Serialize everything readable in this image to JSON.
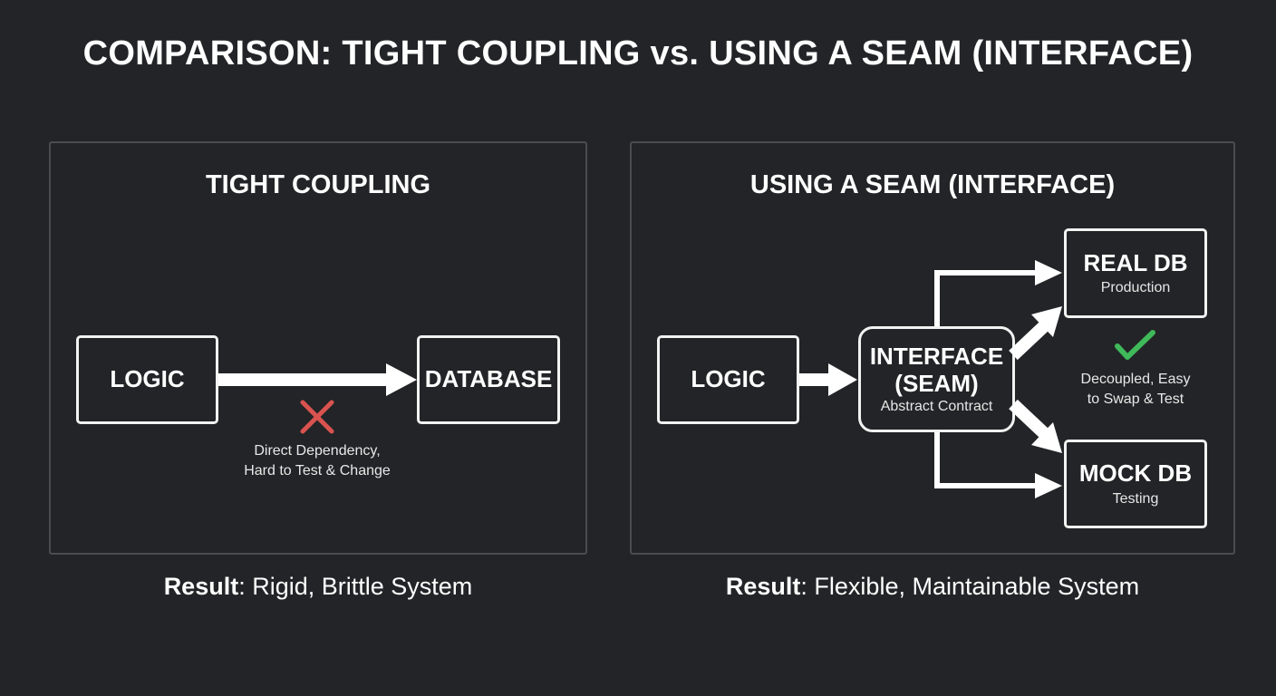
{
  "title": "COMPARISON: TIGHT COUPLING vs. USING A SEAM (INTERFACE)",
  "left": {
    "heading": "TIGHT COUPLING",
    "logic_label": "LOGIC",
    "database_label": "DATABASE",
    "note_line1": "Direct Dependency,",
    "note_line2": "Hard to Test & Change",
    "result_prefix": "Result",
    "result_text": ": Rigid, Brittle System",
    "status_icon": "cross-icon",
    "status_color": "#d9534f"
  },
  "right": {
    "heading": "USING A SEAM (INTERFACE)",
    "logic_label": "LOGIC",
    "interface_label_line1": "INTERFACE",
    "interface_label_line2": "(SEAM)",
    "interface_sub": "Abstract Contract",
    "real_db_label": "REAL DB",
    "real_db_sub": "Production",
    "mock_db_label": "MOCK DB",
    "mock_db_sub": "Testing",
    "note_line1": "Decoupled, Easy",
    "note_line2": "to Swap & Test",
    "result_prefix": "Result",
    "result_text": ": Flexible, Maintainable System",
    "status_icon": "check-icon",
    "status_color": "#3fb95a"
  },
  "colors": {
    "background": "#232427",
    "panel_border": "#4a4c50",
    "foreground": "#ffffff"
  }
}
